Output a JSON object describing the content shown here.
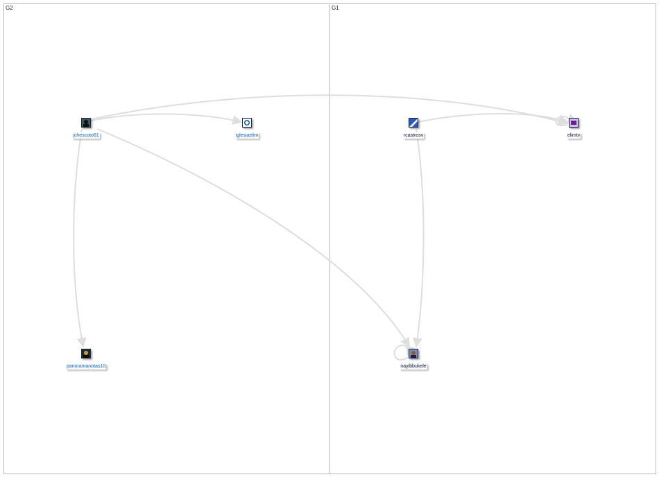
{
  "groups": [
    {
      "label": "G2"
    },
    {
      "label": "G1"
    }
  ],
  "nodes": [
    {
      "id": "jchescoto61",
      "label": "jchescoto61",
      "group": "G2",
      "icon": "profile-photo-dark-icon",
      "label_color": "#1e74c8"
    },
    {
      "id": "iglesiaelim",
      "label": "iglesiaelim",
      "group": "G2",
      "icon": "church-logo-icon",
      "label_color": "#1e74c8"
    },
    {
      "id": "panoramanotas10",
      "label": "panoramanotas10",
      "group": "G2",
      "icon": "profile-photo-dark-icon",
      "label_color": "#1e74c8"
    },
    {
      "id": "rcastrosv",
      "label": "rcastrosv",
      "group": "G1",
      "icon": "profile-photo-blue-icon",
      "label_color": "#1a2340"
    },
    {
      "id": "elimtv",
      "label": "elimtv",
      "group": "G1",
      "icon": "tv-logo-icon",
      "label_color": "#1a2340"
    },
    {
      "id": "nayibbukele",
      "label": "nayibbukele",
      "group": "G1",
      "icon": "profile-photo-portrait-icon",
      "label_color": "#1a2340"
    }
  ],
  "edges": [
    {
      "from": "jchescoto61",
      "to": "iglesiaelim"
    },
    {
      "from": "jchescoto61",
      "to": "elimtv"
    },
    {
      "from": "jchescoto61",
      "to": "panoramanotas10"
    },
    {
      "from": "jchescoto61",
      "to": "nayibbukele"
    },
    {
      "from": "rcastrosv",
      "to": "elimtv"
    },
    {
      "from": "rcastrosv",
      "to": "nayibbukele"
    },
    {
      "from": "elimtv",
      "to": "elimtv",
      "self_loop": true
    },
    {
      "from": "nayibbukele",
      "to": "nayibbukele",
      "self_loop": true
    }
  ],
  "colors": {
    "edge": "#dedede",
    "group_border": "#b8b8b8"
  }
}
